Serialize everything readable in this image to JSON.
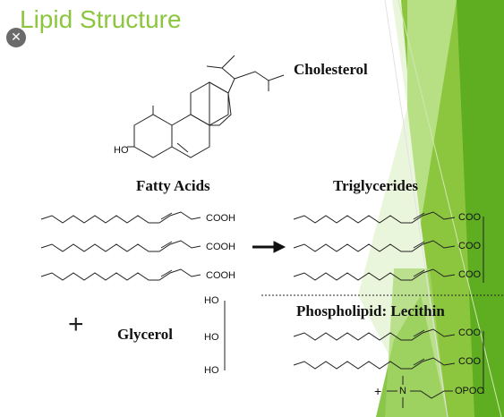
{
  "slide": {
    "title": "Lipid Structure",
    "close_glyph": "✕",
    "labels": {
      "cholesterol": "Cholesterol",
      "fatty_acids": "Fatty Acids",
      "triglycerides": "Triglycerides",
      "phospholipid": "Phospholipid: Lecithin",
      "glycerol": "Glycerol",
      "plus": "+"
    },
    "groups": {
      "ho": "HO",
      "cooh": "COOH",
      "coo": "COO",
      "nitrogen": "N",
      "plus_charge": "+",
      "opoo": "OPOO"
    }
  },
  "colors": {
    "title_green": "#8cc63f",
    "accent_green": "#6fbf2a",
    "light_green": "#c6e79a",
    "ink": "#111111"
  },
  "icons": {
    "close": "close-icon",
    "arrow": "right-arrow-icon"
  }
}
